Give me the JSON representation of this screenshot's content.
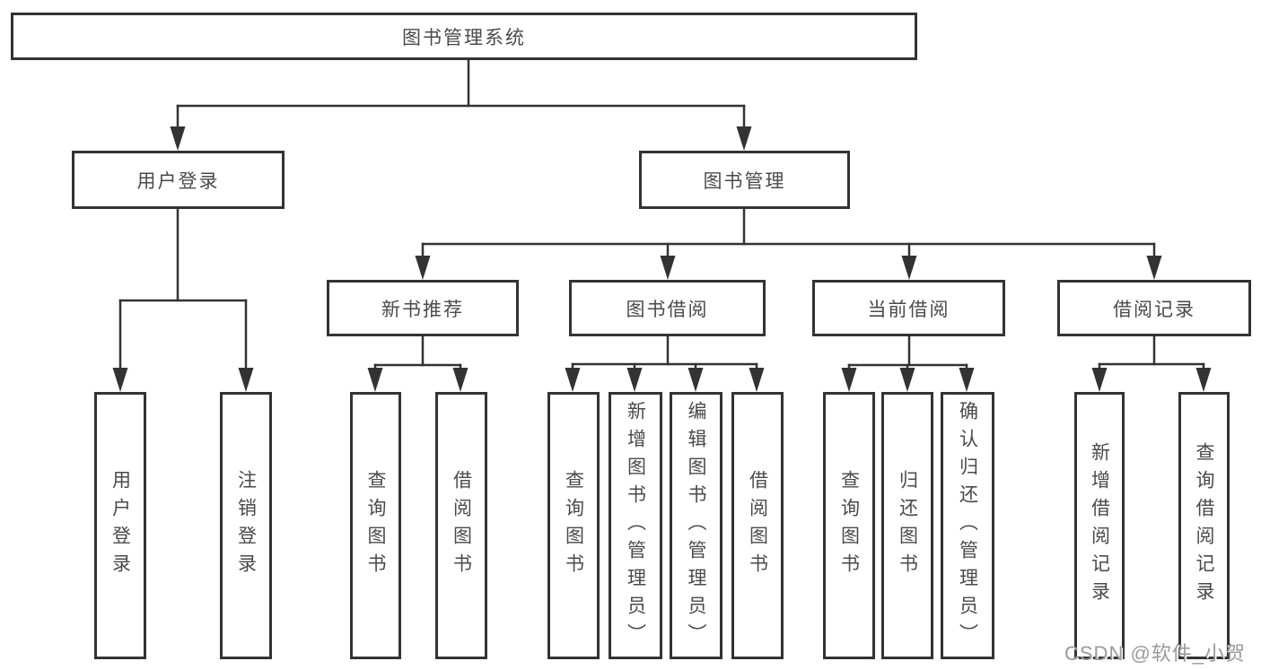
{
  "diagram": {
    "root": {
      "label": "图书管理系统"
    },
    "branches": [
      {
        "label": "用户登录",
        "children": [
          {
            "label": "用户登录"
          },
          {
            "label": "注销登录"
          }
        ]
      },
      {
        "label": "图书管理",
        "children": [
          {
            "label": "新书推荐",
            "children": [
              {
                "label": "查询图书"
              },
              {
                "label": "借阅图书"
              }
            ]
          },
          {
            "label": "图书借阅",
            "children": [
              {
                "label": "查询图书"
              },
              {
                "label": "新增图书（管理员）"
              },
              {
                "label": "编辑图书（管理员）"
              },
              {
                "label": "借阅图书"
              }
            ]
          },
          {
            "label": "当前借阅",
            "children": [
              {
                "label": "查询图书"
              },
              {
                "label": "归还图书"
              },
              {
                "label": "确认归还（管理员）"
              }
            ]
          },
          {
            "label": "借阅记录",
            "children": [
              {
                "label": "新增借阅记录"
              },
              {
                "label": "查询借阅记录"
              }
            ]
          }
        ]
      }
    ]
  },
  "watermark": {
    "text": "CSDN @软件_小贺同学"
  },
  "colors": {
    "line": "#333333",
    "text": "#4a4a4a",
    "watermark": "#9a9a9a",
    "background": "#ffffff"
  }
}
